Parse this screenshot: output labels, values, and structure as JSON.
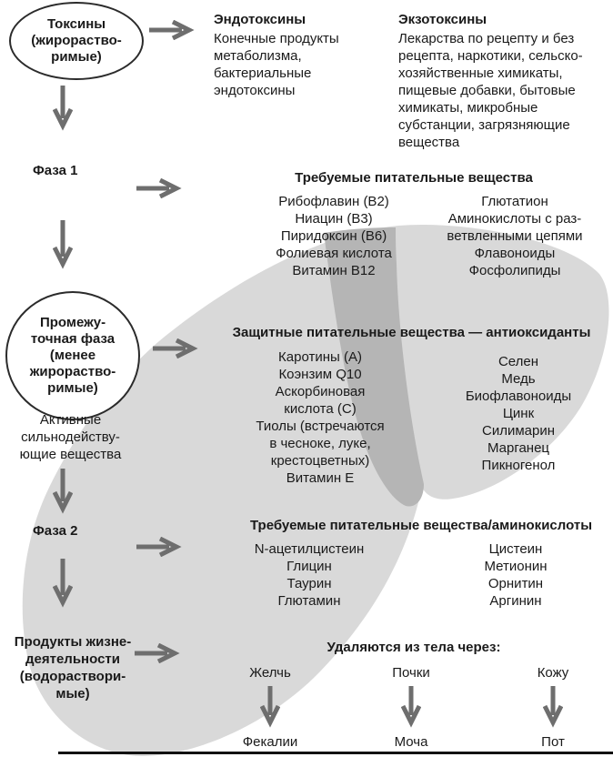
{
  "colors": {
    "liver": "#d9d9d9",
    "liver_shadow": "#b5b5b5",
    "arrow": "#6e6e6e",
    "ink": "#1a1a1a"
  },
  "icons": {
    "arrow_right": "→",
    "arrow_down": "↓"
  },
  "left_flow": {
    "toxins_oval": "Токсины\n(жирораство-\nримые)",
    "phase1_label": "Фаза 1",
    "intermediate_oval": "Промежу-\nточная фаза\n(менее\nжирораство-\nримые)",
    "active_substances": "Активные\nсильнодейству-\nющие вещества",
    "phase2_label": "Фаза 2",
    "waste_products": "Продукты жизне-\nдеятельности\n(водораствори-\nмые)"
  },
  "toxin_sources": {
    "endotoxins_title": "Эндотоксины",
    "endotoxins_text": "Конечные продукты\nметаболизма,\nбактериальные\nэндотоксины",
    "exotoxins_title": "Экзотоксины",
    "exotoxins_text": "Лекарства по рецепту и без\nрецепта, наркотики, сельско-\nхозяйственные химикаты,\nпищевые добавки, бытовые\nхимикаты, микробные\nсубстанции, загрязняющие\nвещества"
  },
  "phase1_block": {
    "title": "Требуемые питательные вещества",
    "col1": "Рибофлавин (В2)\nНиацин (В3)\nПиридоксин (В6)\nФолиевая кислота\nВитамин В12",
    "col2": "Глютатион\nАминокислоты с раз-\nветвленными цепями\nФлавоноиды\nФосфолипиды"
  },
  "antioxidants_block": {
    "title": "Защитные питательные вещества — антиоксиданты",
    "col1": "Каротины (А)\nКоэнзим Q10\nАскорбиновая\nкислота (С)\nТиолы (встречаются\nв чесноке, луке,\nкрестоцветных)\nВитамин Е",
    "col2": "Селен\nМедь\nБиофлавоноиды\nЦинк\nСилимарин\nМарганец\nПикногенол"
  },
  "phase2_block": {
    "title": "Требуемые питательные вещества/аминокислоты",
    "col1": "N-ацетилцистеин\nГлицин\nТаурин\nГлютамин",
    "col2": "Цистеин\nМетионин\nОрнитин\nАргинин"
  },
  "elimination": {
    "title": "Удаляются из тела через:",
    "routes": [
      {
        "via": "Желчь",
        "out": "Фекалии"
      },
      {
        "via": "Почки",
        "out": "Моча"
      },
      {
        "via": "Кожу",
        "out": "Пот"
      }
    ]
  }
}
